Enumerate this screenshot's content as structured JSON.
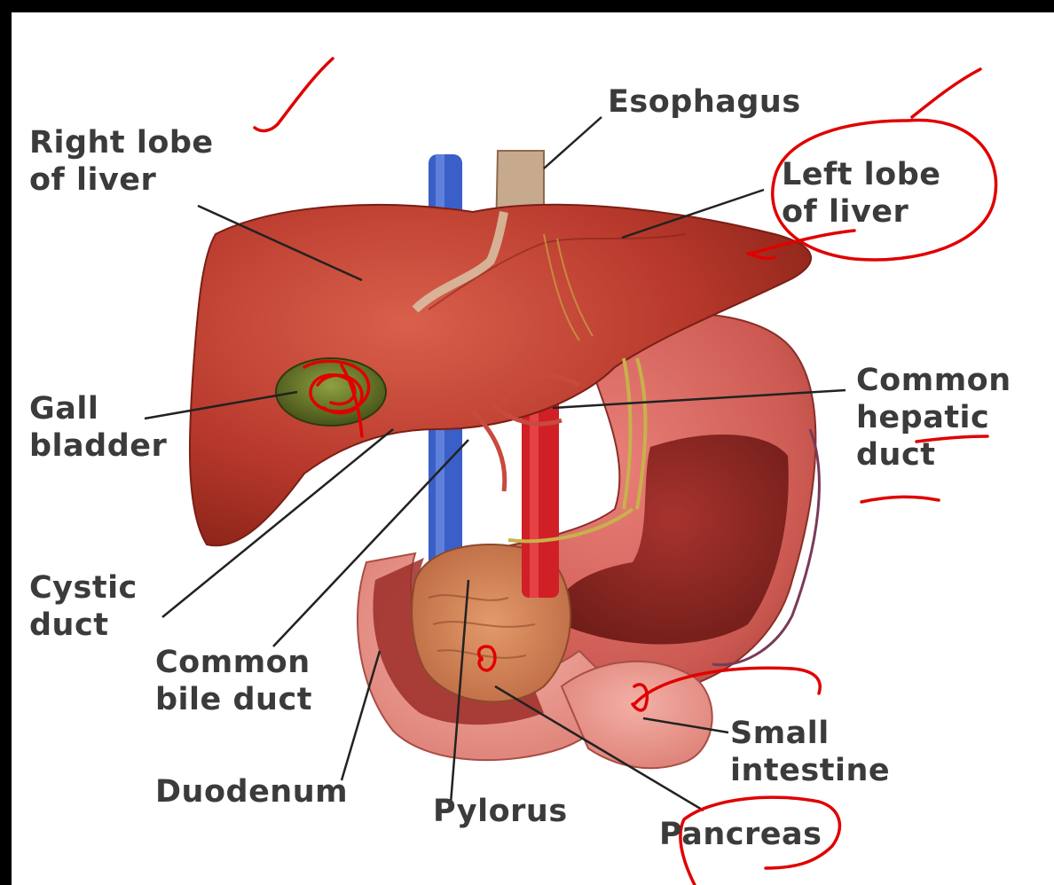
{
  "labels": {
    "esophagus": "Esophagus",
    "right_lobe": "Right lobe\nof liver",
    "left_lobe": "Left lobe\nof liver",
    "gall_bladder": "Gall\nbladder",
    "common_hepatic_duct": "Common\nhepatic\nduct",
    "cystic_duct": "Cystic\nduct",
    "common_bile_duct": "Common\nbile duct",
    "duodenum": "Duodenum",
    "pylorus": "Pylorus",
    "small_intestine": "Small\nintestine",
    "pancreas": "Pancreas"
  },
  "colors": {
    "label_text": "#3b3b3b",
    "leader_line": "#222222",
    "annotation_ink": "#e00000",
    "liver": "#b8392c",
    "stomach": "#cc5a52",
    "gallbladder": "#4a5a1a",
    "aorta": "#d11f26",
    "vena_cava": "#3a5fc8"
  }
}
